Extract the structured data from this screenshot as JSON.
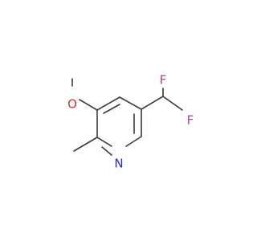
{
  "molecule": {
    "atoms": {
      "fluorine_top": "F",
      "fluorine_right": "F",
      "oxygen": "O",
      "nitrogen": "N"
    },
    "colors": {
      "bond": "#3a3a3a",
      "fluorine": "#b0409a",
      "oxygen": "#e0312e",
      "nitrogen": "#2b2bd9"
    }
  }
}
